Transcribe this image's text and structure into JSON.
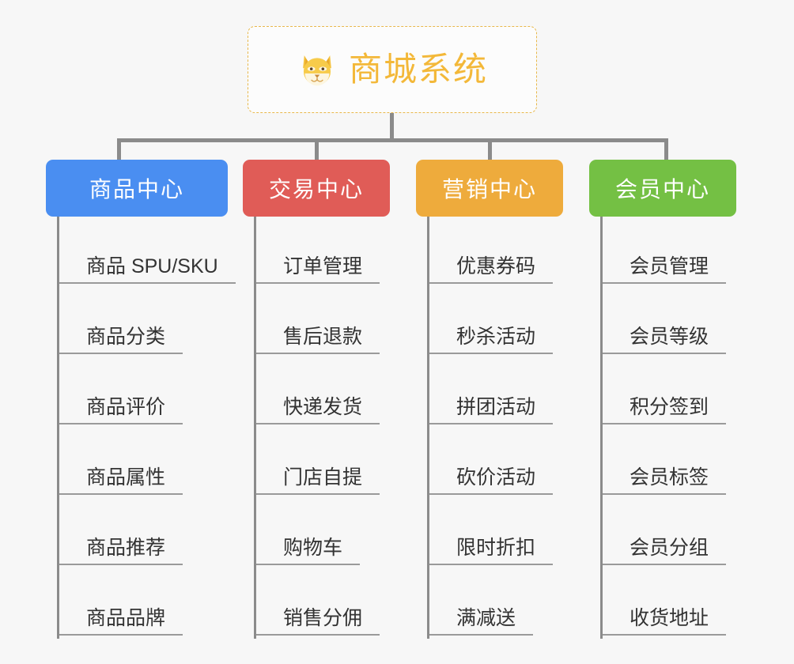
{
  "page": {
    "background_color": "#f7f7f7",
    "connector_color": "#8b8b8b",
    "leaf_text_color": "#333333",
    "leaf_rule_color": "#9a9a9a"
  },
  "root": {
    "title": "商城系统",
    "icon": "shiba-dog-face-emoji",
    "text_color": "#f3b839",
    "border_color": "#e8b84b",
    "background": "#fcfcfc"
  },
  "branches": [
    {
      "label": "商品中心",
      "color": "#4a8ef1",
      "items": [
        "商品 SPU/SKU",
        "商品分类",
        "商品评价",
        "商品属性",
        "商品推荐",
        "商品品牌"
      ]
    },
    {
      "label": "交易中心",
      "color": "#e05c57",
      "items": [
        "订单管理",
        "售后退款",
        "快递发货",
        "门店自提",
        "购物车",
        "销售分佣"
      ]
    },
    {
      "label": "营销中心",
      "color": "#eeab3c",
      "items": [
        "优惠券码",
        "秒杀活动",
        "拼团活动",
        "砍价活动",
        "限时折扣",
        "满减送"
      ]
    },
    {
      "label": "会员中心",
      "color": "#74c044",
      "items": [
        "会员管理",
        "会员等级",
        "积分签到",
        "会员标签",
        "会员分组",
        "收货地址"
      ]
    }
  ]
}
